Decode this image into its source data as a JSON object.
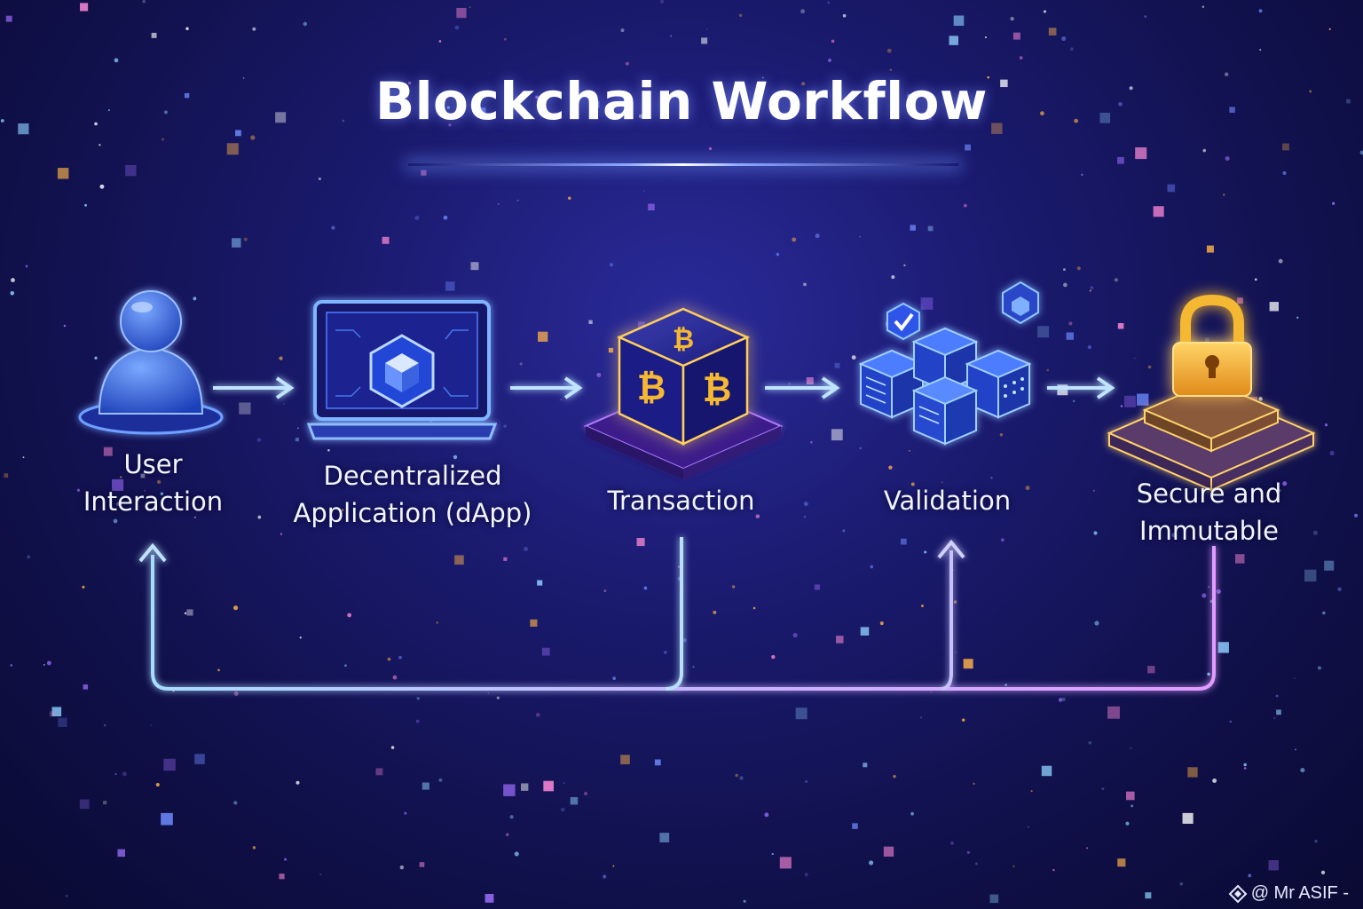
{
  "title": "Blockchain Workflow",
  "steps": [
    {
      "id": "user",
      "line1": "User",
      "line2": "Interaction",
      "icon": "user-icon"
    },
    {
      "id": "dapp",
      "line1": "Decentralized",
      "line2": "Application (dApp)",
      "icon": "laptop-cube-icon"
    },
    {
      "id": "transaction",
      "line1": "Transaction",
      "line2": "",
      "icon": "bitcoin-cube-icon"
    },
    {
      "id": "validation",
      "line1": "Validation",
      "line2": "",
      "icon": "validator-nodes-icon"
    },
    {
      "id": "secure",
      "line1": "Secure and",
      "line2": "Immutable",
      "icon": "padlock-blocks-icon"
    }
  ],
  "credit": "@ Mr ASIF -",
  "colors": {
    "background": "#15155a",
    "arrow": "#9fd4ff",
    "loop_left": "#9fd4ff",
    "loop_right": "#d89cff",
    "accent_gold": "#f5b833"
  }
}
